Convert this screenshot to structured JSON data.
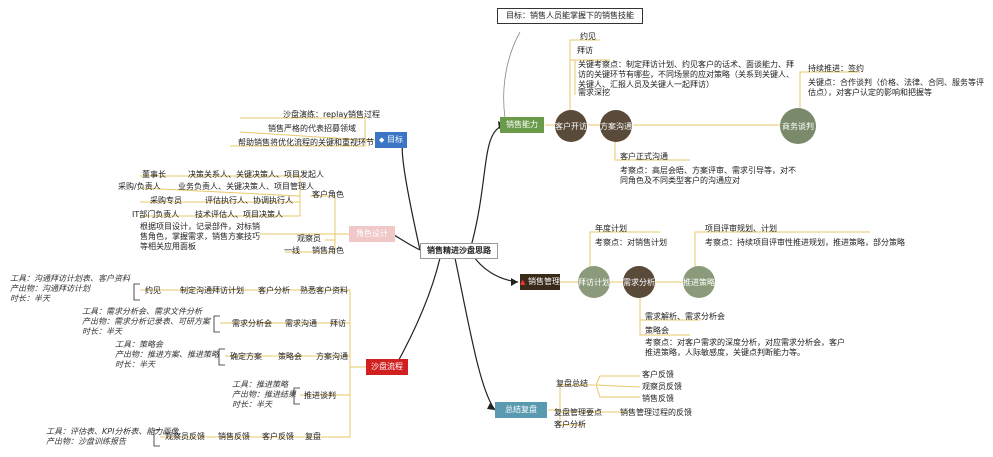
{
  "center": "销售精进沙盘思路",
  "top_note": "目标：销售人员能掌握下的销售技能",
  "branches": {
    "goal": {
      "label": "目标",
      "items": [
        "沙盘演练：replay销售过程",
        "销售严格的代表招募领域",
        "帮助销售将优化流程的关键和重视环节"
      ]
    },
    "role": {
      "label": "角色设计",
      "role_header": "客户角色",
      "roles": [
        {
          "a": "董事长",
          "b": "决策关系人、关键决策人、项目发起人"
        },
        {
          "a": "采购/负责人",
          "b": "业务负责人、关键决策人、项目管理人"
        },
        {
          "a": "采购专员",
          "b": "评估执行人、协调执行人"
        },
        {
          "a": "IT部门负责人",
          "b": "技术评估人、项目决策人"
        }
      ],
      "desc": "根据项目设计，记录部件，对标销售角色，掌握需求，销售方案技巧等相关应用面板",
      "observer": "观察员",
      "sales": "一线",
      "sales_role": "销售角色"
    },
    "sales_ability": {
      "label": "销售能力",
      "visit": "约见",
      "visit_detail": "拜访",
      "visit_desc": "关键考察点：制定拜访计划、约见客户的话术、面谈能力、拜访的关键环节有哪些，不同场景的应对策略（关系到关键人、关键人、汇报人员及关键人一起拜访）",
      "visit_sub": "需求深挖",
      "circle1": "客户开访",
      "circle2": "方案沟通",
      "circle3": "商务谈判",
      "win": "持续推进：签约",
      "win_desc": "关键点：合作谈判（价格、法律、合同、服务等评估点），对客户认定的影响和把握等",
      "formal": "客户正式沟通",
      "formal_desc": "考察点：高层会晤、方案评审、需求引导等，对不同角色及不同类型客户的沟通应对"
    },
    "sales_mgmt": {
      "label": "销售管理",
      "schedule": "年度计划",
      "schedule_desc": "考察点：对销售计划",
      "project": "项目评审规划、计划",
      "project_desc": "考察点：持续项目评审性推进规划，推进策略，部分策略",
      "c1": "拜访计划",
      "c2": "需求分析",
      "c3": "推进策略",
      "needs": "需求解析、需求分析会",
      "meeting": "策略会",
      "meeting_desc": "考察点：对客户需求的深度分析，对应需求分析会，客户推进策略，人际敏感度，关键点判断能力等。"
    },
    "summary": {
      "label": "总结复盘",
      "review": "复盘总结",
      "review_items": [
        "客户反馈",
        "观察员反馈",
        "销售反馈"
      ],
      "mgr": "复盘管理要点",
      "mgr_detail": "销售管理过程的反馈",
      "cust": "客户分析"
    },
    "flow": {
      "label": "沙盘流程",
      "s1_note": [
        "工具：沟通拜访计划表、客户资料",
        "产出物：沟通拜访计划",
        "时长：半天"
      ],
      "s1": [
        "约见",
        "制定沟通拜访计划",
        "客户分析",
        "熟悉客户资料"
      ],
      "s2_note": [
        "工具：需求分析会、需求文件分析",
        "产出物：需求分析记录表、可研方案",
        "时长：半天"
      ],
      "s2": [
        "需求分析会",
        "需求沟通",
        "拜访"
      ],
      "s3_note": [
        "工具：策略会",
        "产出物：推进方案、推进策略",
        "时长：半天"
      ],
      "s3": [
        "确定方案",
        "策略会",
        "方案沟通"
      ],
      "s4_note": [
        "工具：推进策略",
        "产出物：推进结果",
        "时长：半天"
      ],
      "s4": [
        "推进谈判"
      ],
      "s5_note": [
        "工具：评估表、KPI分析表、能力画像",
        "产出物：沙盘训练报告"
      ],
      "s5": [
        "观察员反馈",
        "销售反馈",
        "客户反馈",
        "复盘"
      ]
    }
  }
}
